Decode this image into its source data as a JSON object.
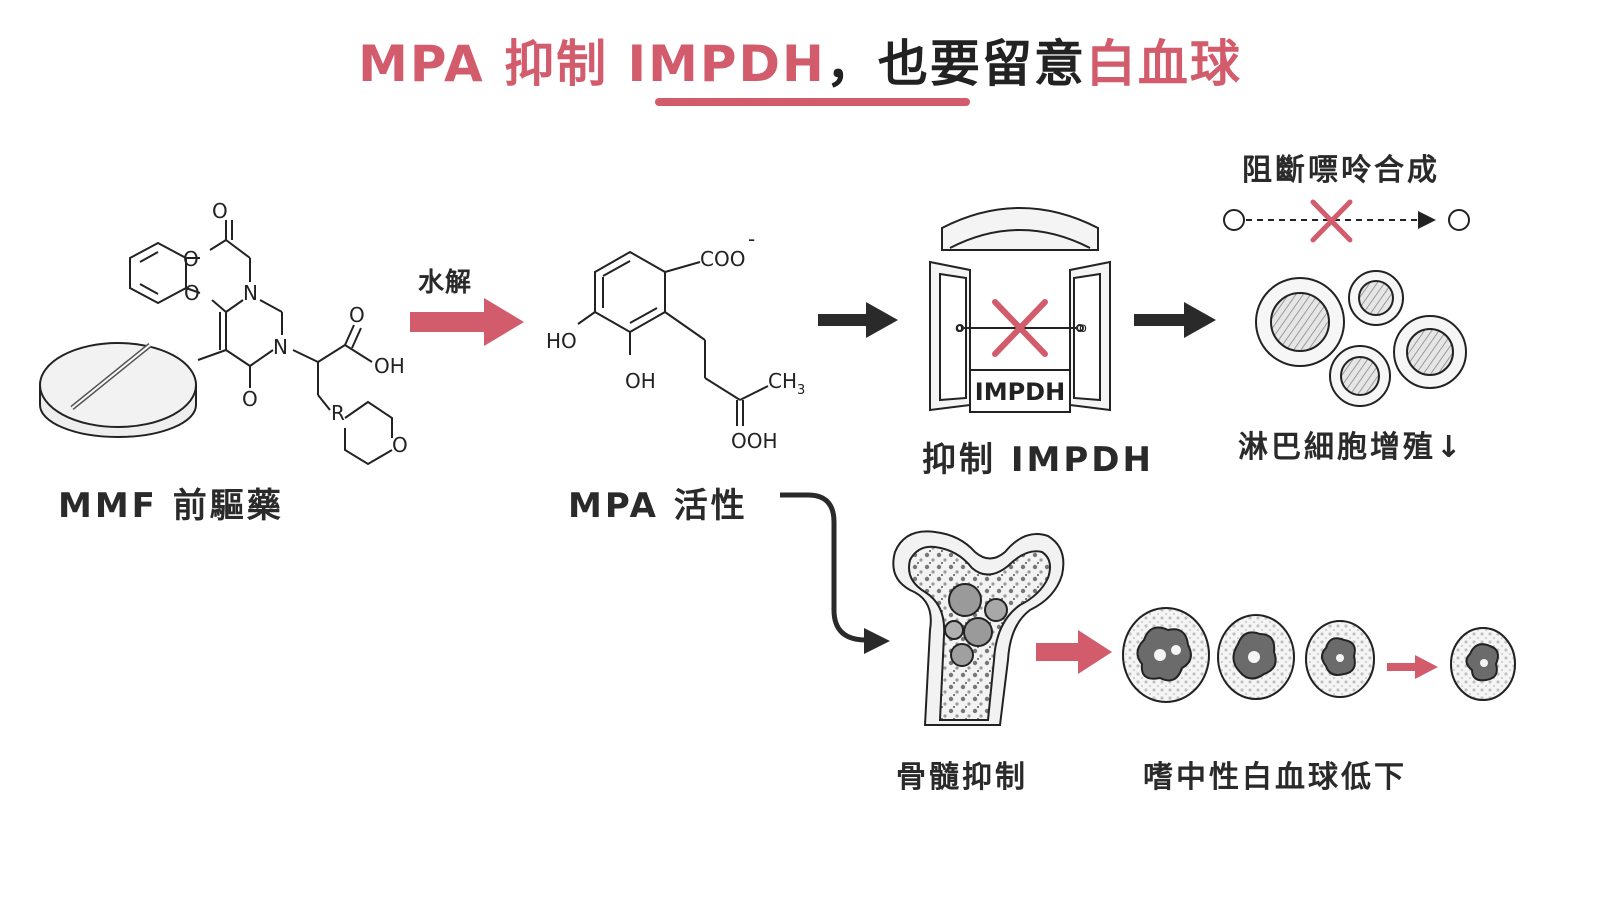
{
  "title": {
    "part1": "MPA 抑制 IMPDH",
    "part2": "，也要留意",
    "part3": "白血球"
  },
  "labels": {
    "mmf": "MMF 前驅藥",
    "hydrolysis": "水解",
    "mpa": "MPA 活性",
    "inhibit_impdh": "抑制 IMPDH",
    "block_purine": "阻斷嘌呤合成",
    "lymph": "淋巴細胞增殖↓",
    "marrow": "骨髓抑制",
    "neutro": "嗜中性白血球低下"
  },
  "enzyme": "IMPDH",
  "chem": {
    "O": "O",
    "N": "N",
    "R": "R",
    "OH": "OH",
    "HO": "HO",
    "COO": "COO",
    "minus": "-",
    "CH3": "CH",
    "sub3": "3",
    "OOH": "OOH",
    "o_small": "o"
  },
  "colors": {
    "accent": "#d25b6c",
    "dark_arrow": "#2a2a2a",
    "text": "#222222"
  },
  "icons": [
    "pill-icon",
    "enzyme-icon",
    "cross-icon",
    "cell-icon",
    "bone-icon",
    "neutrophil-icon"
  ]
}
